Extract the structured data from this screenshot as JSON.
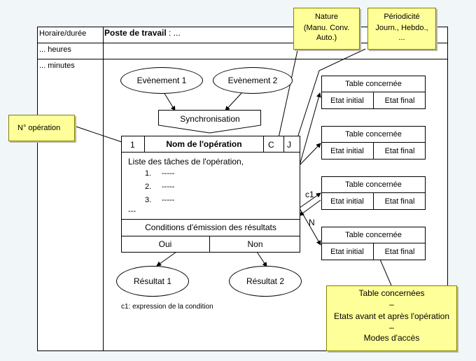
{
  "planning": {
    "col_header": "Horaire/durée",
    "workstation_label": "Poste de travail",
    "workstation_value": " : ...",
    "hours_label": "... heures",
    "minutes_label": "... minutes"
  },
  "notes": {
    "nature": {
      "title": "Nature",
      "lines": [
        "(Manu. Conv.",
        "Auto.)"
      ]
    },
    "periodicity": {
      "title": "Périodicité",
      "lines": [
        "Journ., Hebdo.,",
        "..."
      ]
    },
    "operation_number": "N° opération",
    "bottom": {
      "lines": [
        "Table concernées",
        "–",
        "Etats avant et après l'opération",
        "–",
        "Modes d'accès"
      ]
    }
  },
  "events": {
    "event1": "Evènement 1",
    "event2": "Evènement 2",
    "sync": "Synchronisation"
  },
  "operation": {
    "number": "1",
    "name": "Nom de l'opération",
    "nature_code": "C",
    "periodicity_code": "J",
    "task_list_intro": "Liste des tâches de l'opération,",
    "tasks": [
      {
        "num": "1.",
        "text": "-----"
      },
      {
        "num": "2.",
        "text": "-----"
      },
      {
        "num": "3.",
        "text": "-----"
      }
    ],
    "ellipsis": "---",
    "conditions": "Conditions d'émission des résultats",
    "yes": "Oui",
    "no": "Non"
  },
  "results": {
    "result1": "Résultat 1",
    "result2": "Résultat 2"
  },
  "tables": [
    {
      "title": "Table concernée",
      "initial": "Etat initial",
      "final": "Etat final"
    },
    {
      "title": "Table concernée",
      "initial": "Etat initial",
      "final": "Etat final"
    },
    {
      "title": "Table concernée",
      "initial": "Etat initial",
      "final": "Etat final"
    },
    {
      "title": "Table concernée",
      "initial": "Etat initial",
      "final": "Etat final"
    }
  ],
  "edge_labels": {
    "c1": "c1",
    "n": "N"
  },
  "footnote": "c1: expression de la condition"
}
